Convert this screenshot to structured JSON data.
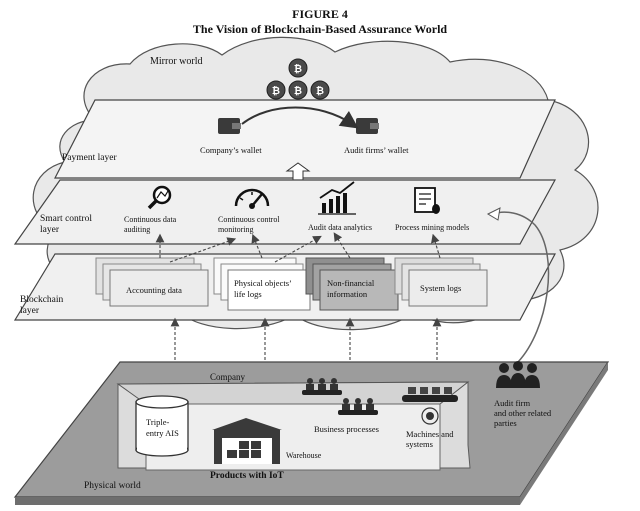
{
  "figure": {
    "number": "FIGURE 4",
    "title": "The Vision of Blockchain-Based Assurance World"
  },
  "cloud": {
    "label": "Mirror world"
  },
  "layers": {
    "payment": {
      "label": "Payment layer",
      "company_wallet": "Company’s wallet",
      "audit_wallet": "Audit firms’ wallet"
    },
    "smart_control": {
      "label_line1": "Smart control",
      "label_line2": "layer",
      "items": [
        {
          "line1": "Continuous data",
          "line2": "auditing",
          "icon": "magnifier-chart-icon"
        },
        {
          "line1": "Continuous control",
          "line2": "monitoring",
          "icon": "speedometer-icon"
        },
        {
          "line1": "Audit data analytics",
          "line2": "",
          "icon": "bar-chart-trend-icon"
        },
        {
          "line1": "Process mining  models",
          "line2": "",
          "icon": "document-bug-icon"
        }
      ]
    },
    "blockchain": {
      "label_line1": "Blockchain",
      "label_line2": "layer",
      "items": [
        {
          "line1": "Accounting data",
          "line2": ""
        },
        {
          "line1": "Physical objects’",
          "line2": "life logs"
        },
        {
          "line1": "Non-financial",
          "line2": "information"
        },
        {
          "line1": "System logs",
          "line2": ""
        }
      ]
    }
  },
  "physical": {
    "label": "Physical world",
    "company": "Company",
    "ais_line1": "Triple-",
    "ais_line2": "entry AIS",
    "warehouse": "Warehouse",
    "products": "Products with IoT",
    "business": "Business processes",
    "machines_line1": "Machines and",
    "machines_line2": "systems",
    "audit_firm_line1": "Audit firm",
    "audit_firm_line2": "and other related",
    "audit_firm_line3": "parties"
  },
  "colors": {
    "cloud": "#e9e9e9",
    "layer_fill": "#f0f0f0",
    "ground_top": "#9c9c9c",
    "ground_side": "#6e6e6e",
    "box_light": "#e8e8e8",
    "box_dark": "#9a9a9a",
    "ink": "#111111"
  }
}
